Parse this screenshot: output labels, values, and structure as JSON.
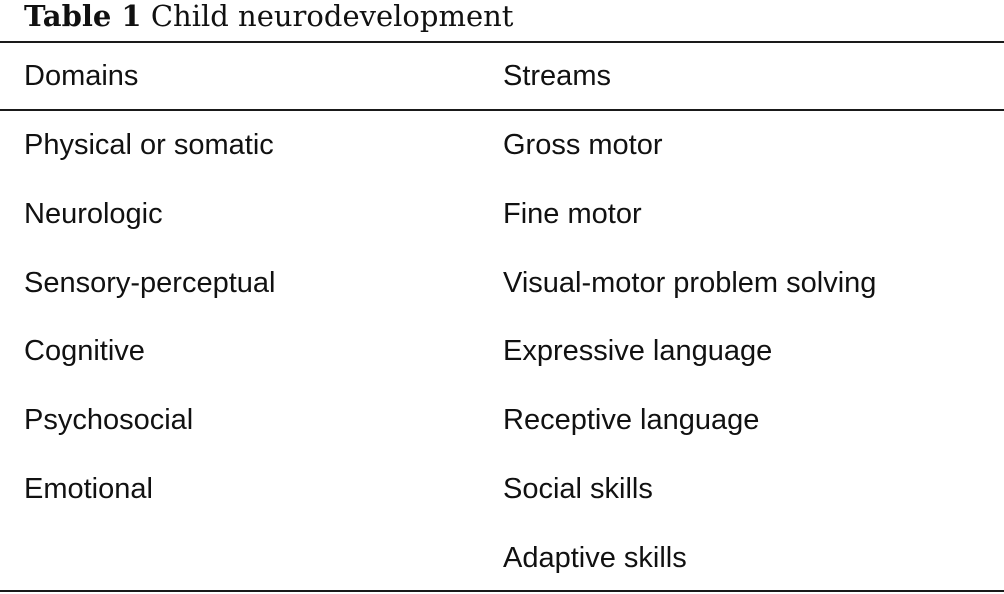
{
  "table": {
    "caption": {
      "label": "Table 1",
      "title": "Child neurodevelopment"
    },
    "headers": [
      "Domains",
      "Streams"
    ],
    "rows": [
      [
        "Physical or somatic",
        "Gross motor"
      ],
      [
        "Neurologic",
        "Fine motor"
      ],
      [
        "Sensory-perceptual",
        "Visual-motor problem solving"
      ],
      [
        "Cognitive",
        "Expressive language"
      ],
      [
        "Psychosocial",
        "Receptive language"
      ],
      [
        "Emotional",
        "Social skills"
      ],
      [
        "",
        "Adaptive skills"
      ]
    ]
  }
}
